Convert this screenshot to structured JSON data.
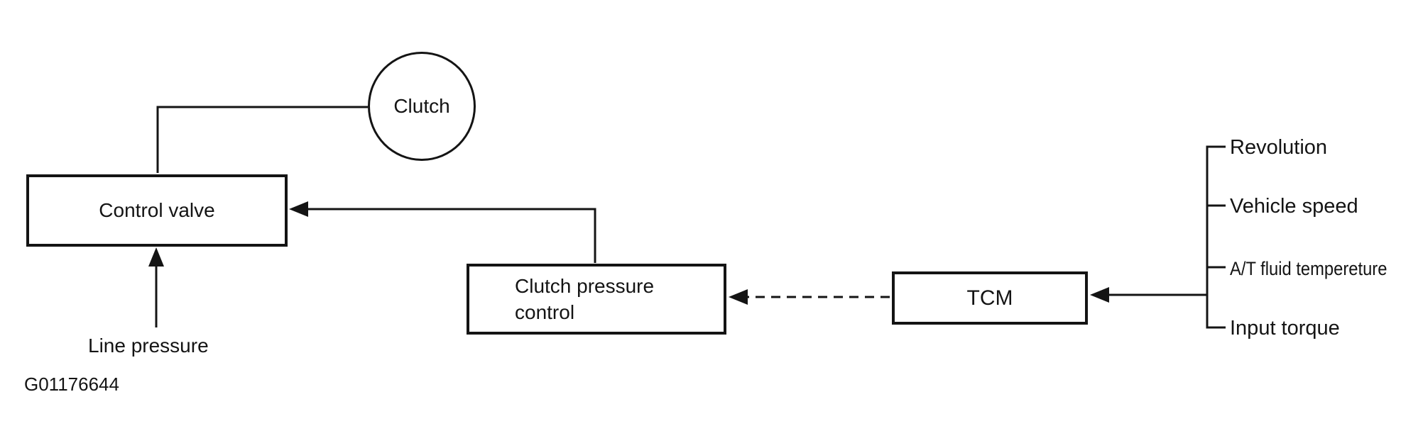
{
  "figure": {
    "id": "G01176644"
  },
  "nodes": {
    "clutch": {
      "label": "Clutch",
      "shape": "circle"
    },
    "control_valve": {
      "label": "Control valve",
      "shape": "rect"
    },
    "clutch_pressure_control": {
      "label": "Clutch pressure\ncontrol",
      "shape": "rect"
    },
    "tcm": {
      "label": "TCM",
      "shape": "rect"
    }
  },
  "annotations": {
    "line_pressure": "Line pressure"
  },
  "tcm_inputs": [
    "Revolution",
    "Vehicle speed",
    "A/T fluid tempereture",
    "Input torque"
  ],
  "connections": [
    {
      "from": "clutch",
      "to": "control_valve",
      "style": "plain-line"
    },
    {
      "from": "clutch_pressure_control",
      "to": "control_valve",
      "style": "solid-arrow"
    },
    {
      "from": "tcm",
      "to": "clutch_pressure_control",
      "style": "dashed-arrow"
    },
    {
      "from": "inputs_bracket",
      "to": "tcm",
      "style": "solid-arrow"
    },
    {
      "from": "line_pressure",
      "to": "control_valve",
      "style": "solid-arrow"
    }
  ],
  "colors": {
    "ink": "#141414",
    "background": "#ffffff"
  }
}
